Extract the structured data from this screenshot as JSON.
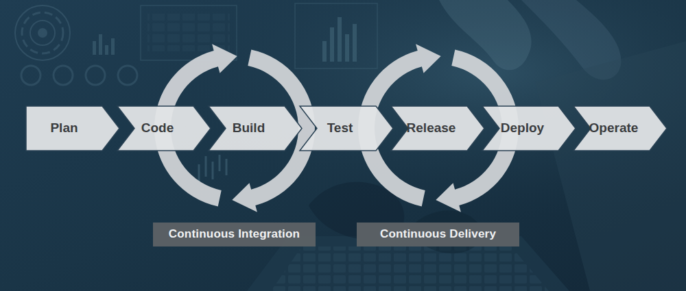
{
  "diagram": {
    "nodes": [
      {
        "text": [
          "Plan"
        ]
      },
      {
        "text": [
          "Code"
        ]
      },
      {
        "text": [
          "Build"
        ]
      },
      {
        "text": [
          "Test"
        ]
      },
      {
        "text": [
          "Release"
        ]
      },
      {
        "text": [
          "Deploy"
        ]
      },
      {
        "text": [
          "Operate"
        ]
      },
      {
        "text": [
          "Continuous Integration"
        ]
      },
      {
        "text": [
          "Continuous Delivery"
        ]
      }
    ]
  }
}
